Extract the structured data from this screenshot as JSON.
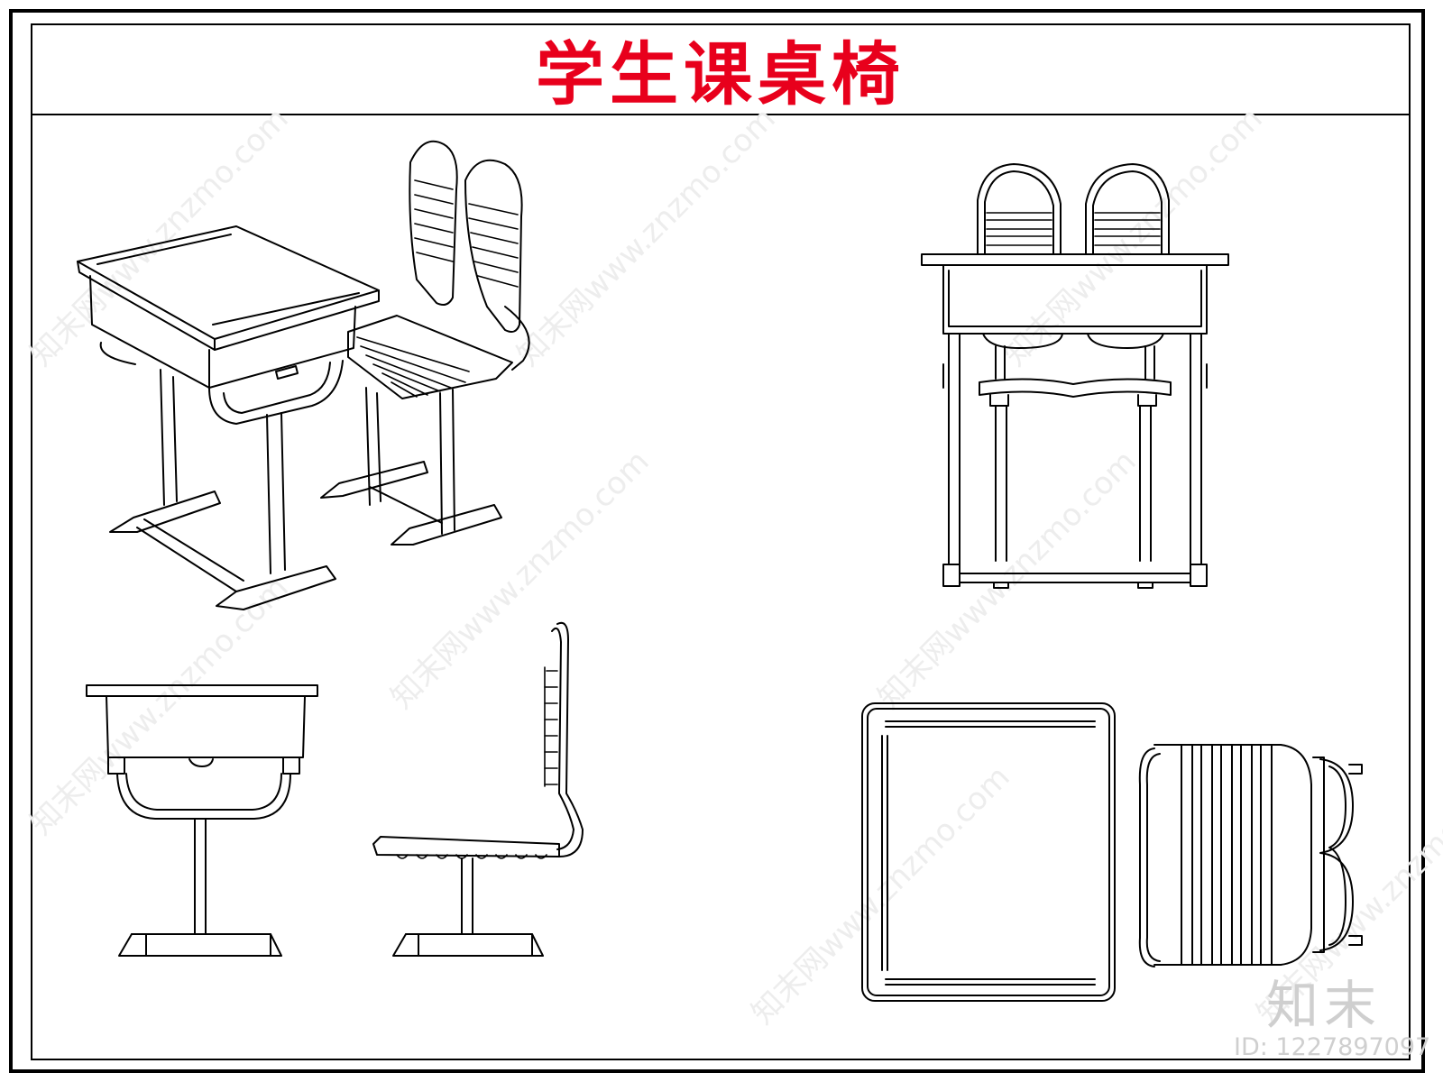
{
  "title": "学生课桌椅",
  "colors": {
    "title": "#e8001c",
    "line": "#000000",
    "watermark": "#ededed"
  },
  "watermark": {
    "text": "知末网www.znzmo.com"
  },
  "logo": {
    "text": "知末"
  },
  "id_label": {
    "text": "ID: 1227897097"
  },
  "views": [
    "perspective-view",
    "front-view",
    "side-view-desk",
    "side-view-chair",
    "top-view-desk",
    "top-view-chair"
  ]
}
